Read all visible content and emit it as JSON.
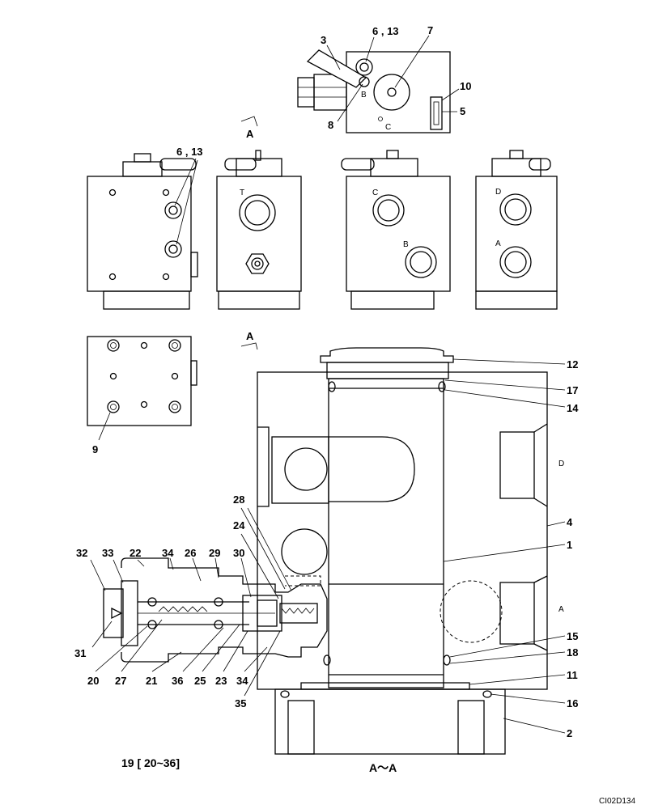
{
  "view_marker": "A",
  "top_view": {
    "callouts": [
      "3",
      "6 , 13",
      "7",
      "10",
      "5",
      "8"
    ],
    "port_letters": [
      "B",
      "C"
    ]
  },
  "elevation_views": {
    "callout_6_13": "6 , 13",
    "port_letters": [
      "T",
      "C",
      "B",
      "D",
      "A"
    ]
  },
  "bottom_view": {
    "callout": "9"
  },
  "section_view": {
    "right_callouts": [
      "12",
      "17",
      "14",
      "4",
      "1",
      "15",
      "18",
      "11",
      "16",
      "2"
    ],
    "left_callouts_top": [
      "28",
      "24",
      "32",
      "33",
      "22",
      "34",
      "26",
      "29",
      "30"
    ],
    "left_callouts_bottom": [
      "31",
      "20",
      "27",
      "21",
      "36",
      "25",
      "23",
      "34",
      "35"
    ],
    "port_letters": [
      "D",
      "A"
    ]
  },
  "caption_left": "19 [ 20~36]",
  "caption_section": "A～A",
  "drawing_code": "CI02D134"
}
